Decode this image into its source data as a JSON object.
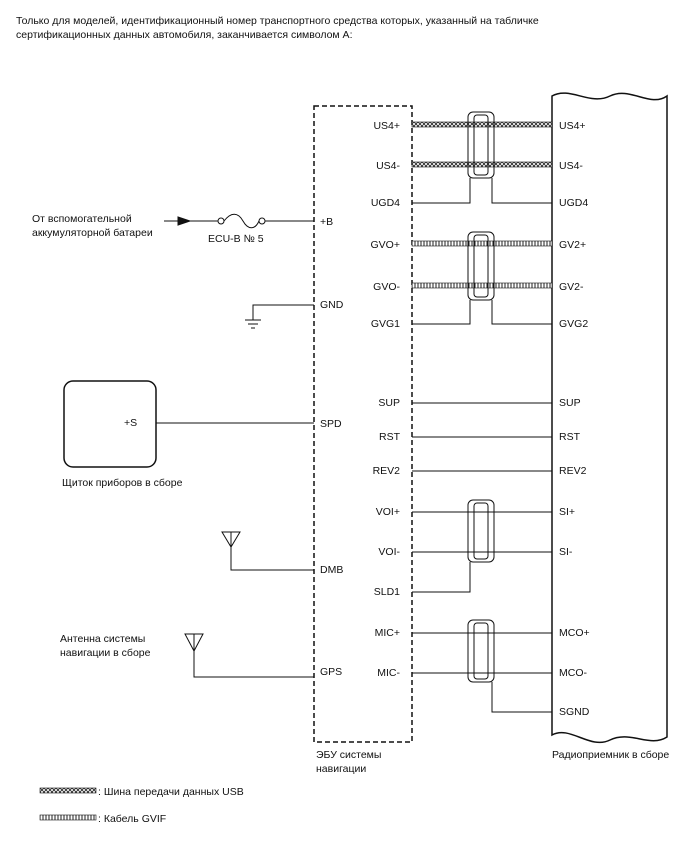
{
  "note": "Только для моделей, идентификационный номер транспортного средства которых, указанный на табличке сертификационных данных автомобиля, заканчивается символом A:",
  "source": {
    "line1": "От вспомогательной",
    "line2": "аккумуляторной батареи"
  },
  "fuse_label": "ECU-B № 5",
  "ecu": {
    "caption_line1": "ЭБУ системы",
    "caption_line2": "навигации",
    "left_pins": [
      "+B",
      "GND",
      "SPD",
      "DMB",
      "GPS"
    ],
    "right_pins": [
      "US4+",
      "US4-",
      "UGD4",
      "GVO+",
      "GVO-",
      "GVG1",
      "SUP",
      "RST",
      "REV2",
      "VOI+",
      "VOI-",
      "SLD1",
      "MIC+",
      "MIC-"
    ]
  },
  "radio": {
    "caption": "Радиоприемник в сборе",
    "pins": [
      "US4+",
      "US4-",
      "UGD4",
      "GV2+",
      "GV2-",
      "GVG2",
      "SUP",
      "RST",
      "REV2",
      "SI+",
      "SI-",
      "MCO+",
      "MCO-",
      "SGND"
    ]
  },
  "meter": {
    "pin": "+S",
    "caption": "Щиток приборов в сборе"
  },
  "gps_antenna": {
    "line1": "Антенна системы",
    "line2": "навигации в сборе"
  },
  "legend": [
    {
      "label": ": Шина передачи данных USB"
    },
    {
      "label": ": Кабель GVIF"
    }
  ]
}
